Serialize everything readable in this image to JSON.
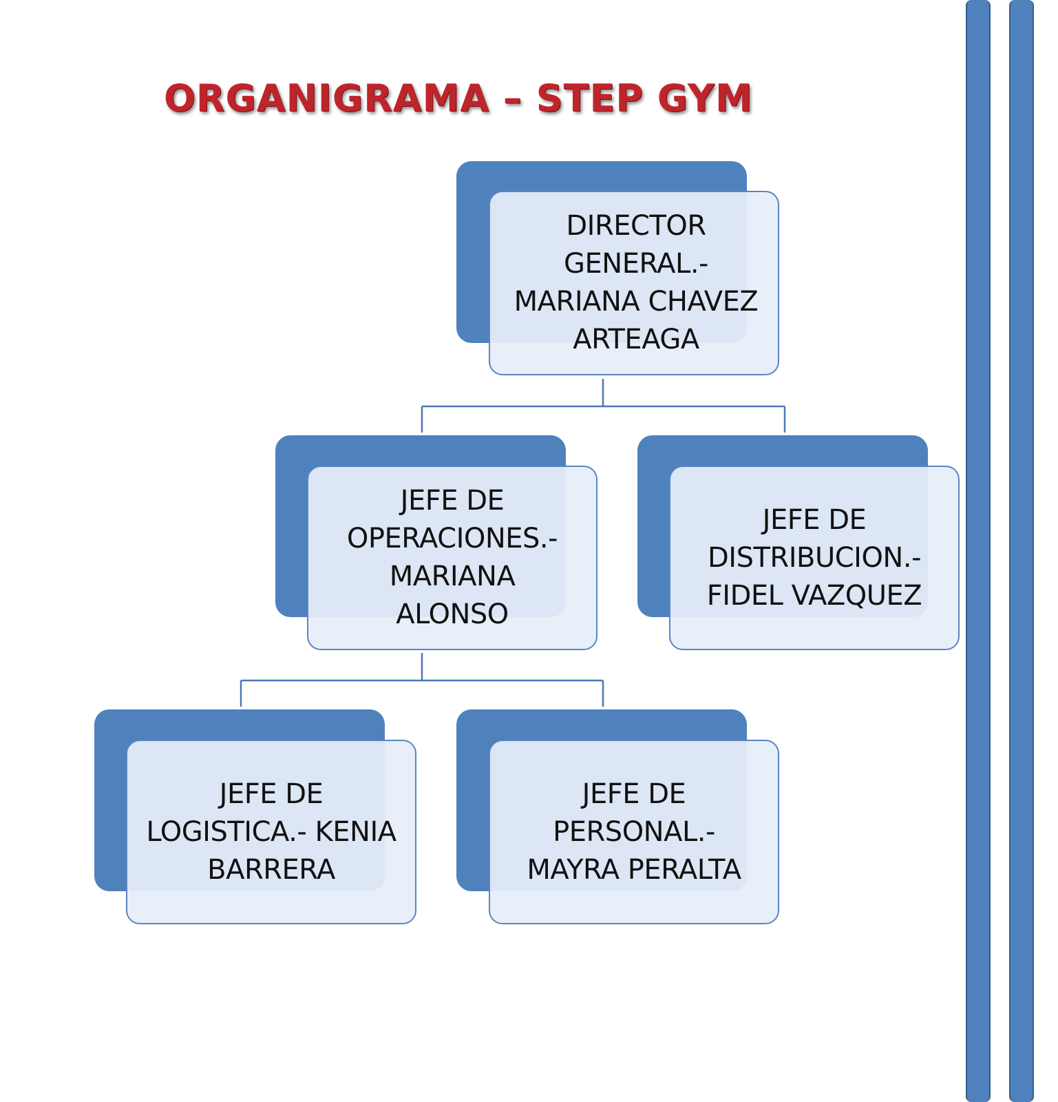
{
  "title": "ORGANIGRAMA – STEP GYM",
  "colors": {
    "title": "#c0242b",
    "box_back": "#4f81bd",
    "box_front": "#e7eef8",
    "box_border": "#5b84c2",
    "connector": "#4a78b5",
    "rail": "#4f81bd"
  },
  "nodes": {
    "director": {
      "text": "DIRECTOR GENERAL.- MARIANA CHAVEZ ARTEAGA"
    },
    "operaciones": {
      "text": "JEFE DE OPERACIONES.- MARIANA ALONSO"
    },
    "distribucion": {
      "text": "JEFE DE DISTRIBUCION.- FIDEL VAZQUEZ"
    },
    "logistica": {
      "text": "JEFE DE LOGISTICA.- KENIA BARRERA"
    },
    "personal": {
      "text": "JEFE DE PERSONAL.- MAYRA PERALTA"
    }
  },
  "hierarchy": [
    {
      "parent": "director",
      "children": [
        "operaciones",
        "distribucion"
      ]
    },
    {
      "parent": "operaciones",
      "children": [
        "logistica",
        "personal"
      ]
    }
  ]
}
